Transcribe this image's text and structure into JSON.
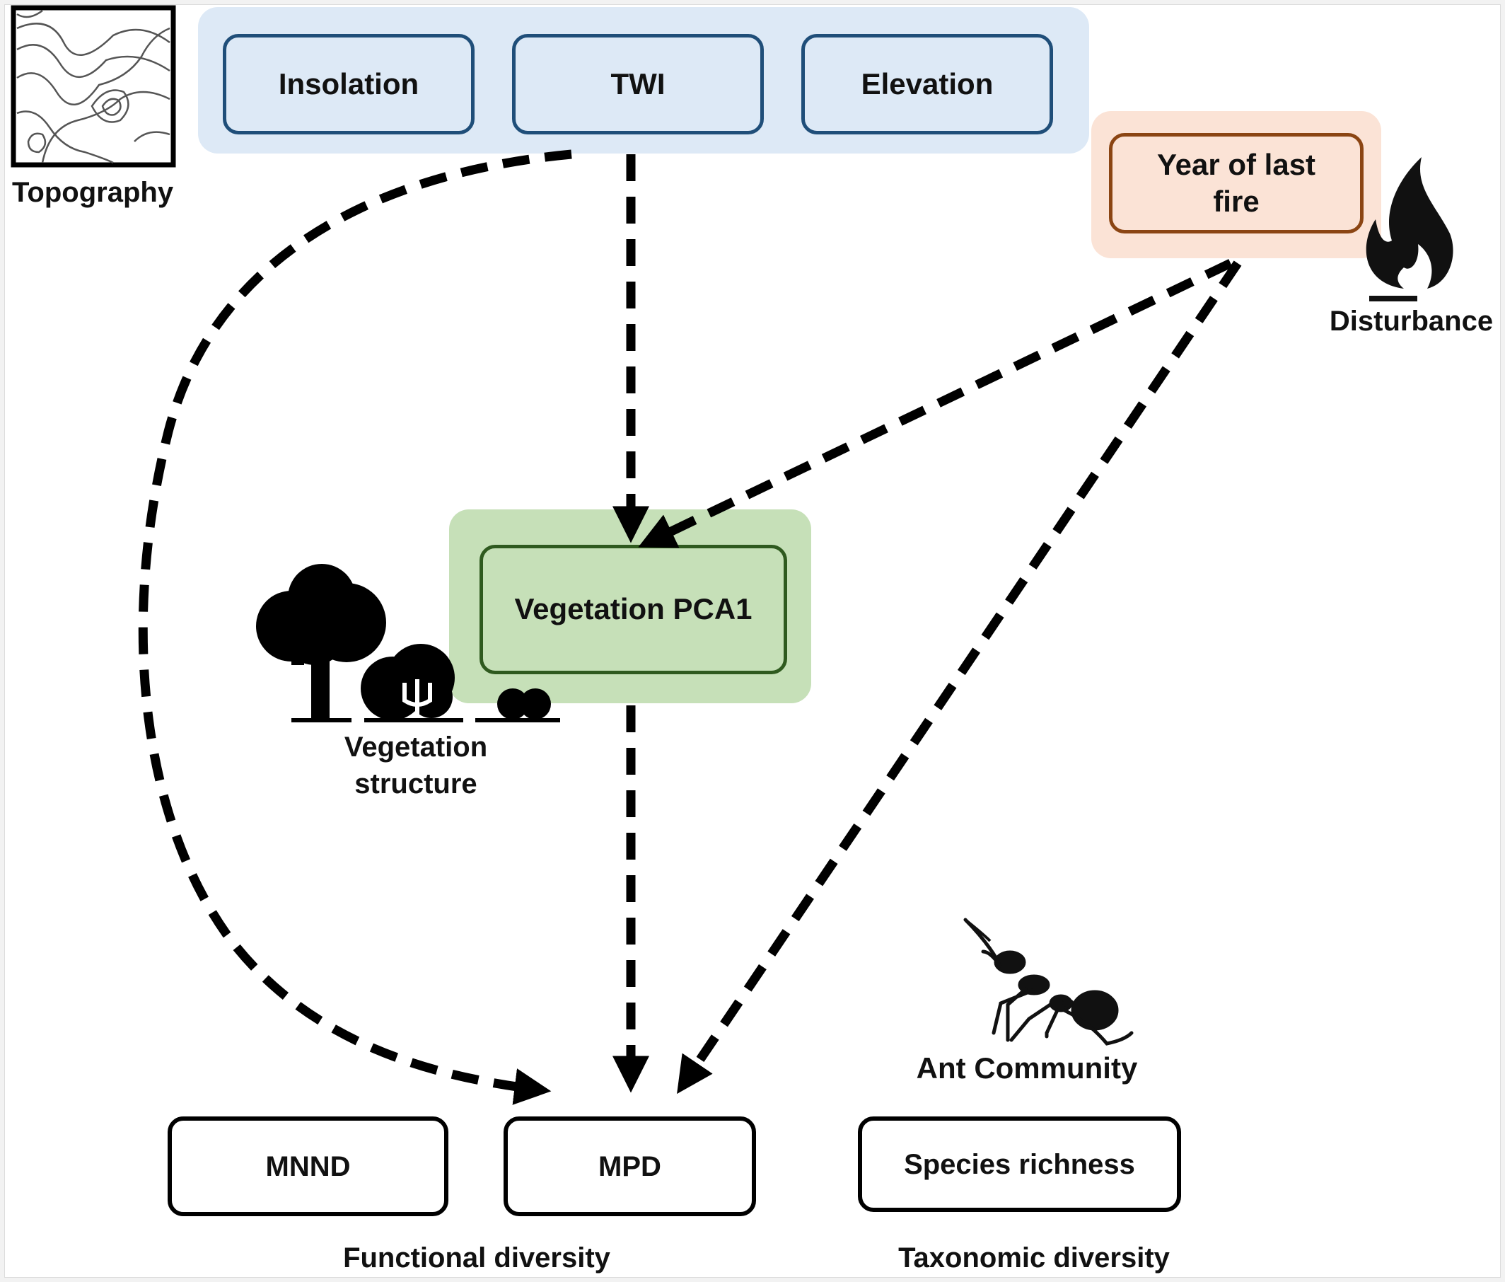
{
  "topography": {
    "label": "Topography",
    "nodes": [
      "Insolation",
      "TWI",
      "Elevation"
    ],
    "fill": "#dde9f6",
    "border": "#1f4e79"
  },
  "disturbance": {
    "label": "Disturbance",
    "node": "Year of last\nfire",
    "fill": "#fbe3d6",
    "border": "#8b4513"
  },
  "vegetation": {
    "node": "Vegetation PCA1",
    "label": "Vegetation\nstructure",
    "fill": "#c6e0b8",
    "border": "#2f5a1f"
  },
  "ant_community": {
    "label": "Ant Community",
    "functional": {
      "label": "Functional diversity",
      "nodes": [
        "MNND",
        "MPD"
      ]
    },
    "taxonomic": {
      "label": "Taxonomic diversity",
      "nodes": [
        "Species richness"
      ]
    }
  },
  "paths": [
    {
      "from": "TWI",
      "to": "Vegetation PCA1",
      "style": "dashed"
    },
    {
      "from": "Year of last fire",
      "to": "Vegetation PCA1",
      "style": "dashed"
    },
    {
      "from": "Topography",
      "to": "MPD",
      "style": "dashed"
    },
    {
      "from": "Vegetation PCA1",
      "to": "MPD",
      "style": "dashed"
    },
    {
      "from": "Year of last fire",
      "to": "MPD",
      "style": "dashed"
    }
  ]
}
